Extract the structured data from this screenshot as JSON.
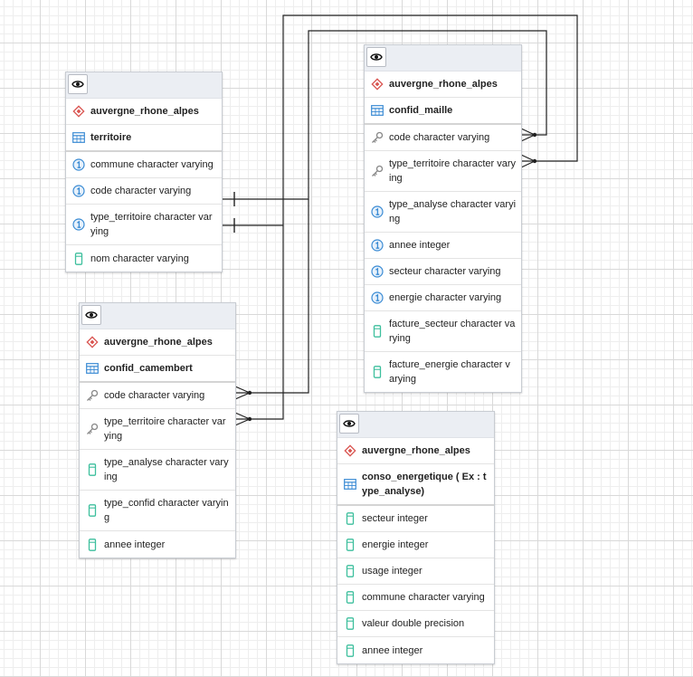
{
  "tables": [
    {
      "id": "territoire",
      "schema": "auvergne_rhone_alpes",
      "name": "territoire",
      "columns": [
        {
          "label": "commune character varying",
          "icon": "unique-icon"
        },
        {
          "label": "code character varying",
          "icon": "unique-icon"
        },
        {
          "label": "type_territoire character varying",
          "icon": "unique-icon"
        },
        {
          "label": "nom character varying",
          "icon": "column-icon"
        }
      ]
    },
    {
      "id": "confid_maille",
      "schema": "auvergne_rhone_alpes",
      "name": "confid_maille",
      "columns": [
        {
          "label": "code character varying",
          "icon": "foreign-key-icon"
        },
        {
          "label": "type_territoire character varying",
          "icon": "foreign-key-icon"
        },
        {
          "label": "type_analyse character varying",
          "icon": "unique-icon"
        },
        {
          "label": "annee integer",
          "icon": "unique-icon"
        },
        {
          "label": "secteur character varying",
          "icon": "unique-icon"
        },
        {
          "label": "energie character varying",
          "icon": "unique-icon"
        },
        {
          "label": "facture_secteur character varying",
          "icon": "column-icon"
        },
        {
          "label": "facture_energie character varying",
          "icon": "column-icon"
        }
      ]
    },
    {
      "id": "confid_camembert",
      "schema": "auvergne_rhone_alpes",
      "name": "confid_camembert",
      "columns": [
        {
          "label": "code character varying",
          "icon": "foreign-key-icon"
        },
        {
          "label": "type_territoire character varying",
          "icon": "foreign-key-icon"
        },
        {
          "label": "type_analyse character varying",
          "icon": "column-icon"
        },
        {
          "label": "type_confid character varying",
          "icon": "column-icon"
        },
        {
          "label": "annee integer",
          "icon": "column-icon"
        }
      ]
    },
    {
      "id": "conso_energetique",
      "schema": "auvergne_rhone_alpes",
      "name": "conso_energetique ( Ex : type_analyse)",
      "columns": [
        {
          "label": "secteur integer",
          "icon": "column-icon"
        },
        {
          "label": "energie integer",
          "icon": "column-icon"
        },
        {
          "label": "usage integer",
          "icon": "column-icon"
        },
        {
          "label": "commune character varying",
          "icon": "column-icon"
        },
        {
          "label": "valeur double precision",
          "icon": "column-icon"
        },
        {
          "label": "annee integer",
          "icon": "column-icon"
        }
      ]
    }
  ],
  "relations": [
    {
      "from_table": "territoire",
      "from_column": 1,
      "to_table": "confid_maille",
      "to_column": 0
    },
    {
      "from_table": "territoire",
      "from_column": 2,
      "to_table": "confid_maille",
      "to_column": 1
    },
    {
      "from_table": "territoire",
      "from_column": 1,
      "to_table": "confid_camembert",
      "to_column": 0
    },
    {
      "from_table": "territoire",
      "from_column": 2,
      "to_table": "confid_camembert",
      "to_column": 1
    }
  ],
  "colors": {
    "schema_icon": "#d9534f",
    "table_icon": "#3a8bd4",
    "unique_icon": "#3a8bd4",
    "column_icon": "#3dbf9d",
    "key_icon": "#888888",
    "connector": "#222222"
  }
}
